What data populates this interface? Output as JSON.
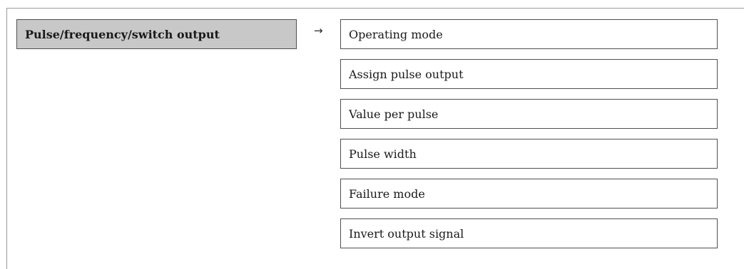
{
  "menu": {
    "title": "Pulse/frequency/switch output",
    "arrow": "→"
  },
  "parameters": [
    "Operating mode",
    "Assign pulse output",
    "Value per pulse",
    "Pulse width",
    "Failure mode",
    "Invert output signal"
  ]
}
